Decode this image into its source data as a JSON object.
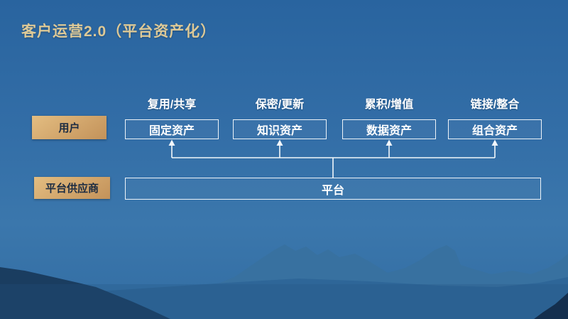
{
  "slide": {
    "title": "客户运营2.0（平台资产化）"
  },
  "diagram": {
    "left_labels": [
      {
        "label": "用户"
      },
      {
        "label": "平台供应商"
      }
    ],
    "columns": [
      {
        "attribute": "复用/共享",
        "asset": "固定资产"
      },
      {
        "attribute": "保密/更新",
        "asset": "知识资产"
      },
      {
        "attribute": "累积/增值",
        "asset": "数据资产"
      },
      {
        "attribute": "链接/整合",
        "asset": "组合资产"
      }
    ],
    "platform": {
      "label": "平台"
    }
  },
  "colors": {
    "accent_gold_light": "#e3bd81",
    "accent_gold_dark": "#c3925a",
    "gold_text": "#1c2c42",
    "title_text": "#ddc997",
    "box_border": "#eef4f9",
    "box_text": "#ffffff",
    "sky_top": "#29649f",
    "sky_mid": "#336ea7",
    "sky_light": "#3b77ac"
  }
}
